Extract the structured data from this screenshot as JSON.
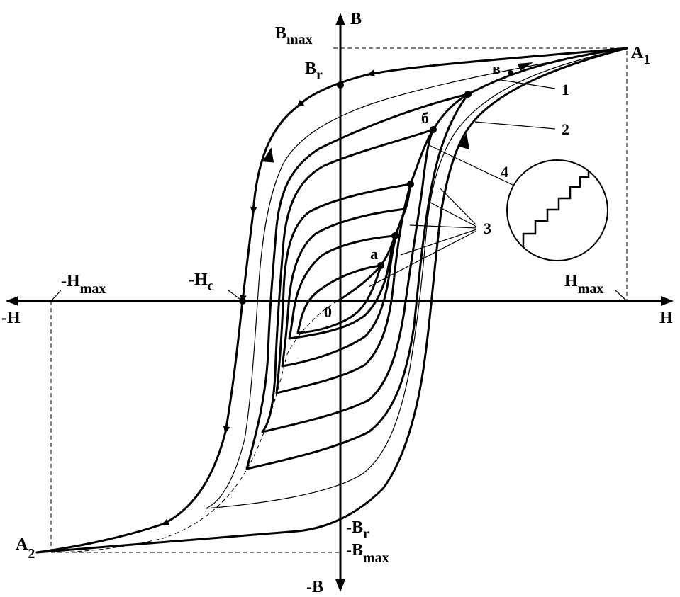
{
  "axes": {
    "x_positive": "H",
    "x_negative": "-H",
    "y_positive": "B",
    "y_negative": "-B",
    "origin": "0"
  },
  "labels": {
    "b_max": {
      "main": "B",
      "sub": "max"
    },
    "b_r": {
      "main": "B",
      "sub": "r"
    },
    "neg_b_r": {
      "main": "-B",
      "sub": "r"
    },
    "neg_b_max": {
      "main": "-B",
      "sub": "max"
    },
    "h_max": {
      "main": "H",
      "sub": "max"
    },
    "neg_h_max": {
      "main": "-H",
      "sub": "max"
    },
    "neg_h_c": {
      "main": "-H",
      "sub": "c"
    },
    "a1": {
      "main": "A",
      "sub": "1"
    },
    "a2": {
      "main": "A",
      "sub": "2"
    }
  },
  "point_labels": {
    "a": "а",
    "b": "б",
    "v": "в"
  },
  "callouts": {
    "c1": "1",
    "c2": "2",
    "c3": "3",
    "c4": "4"
  }
}
